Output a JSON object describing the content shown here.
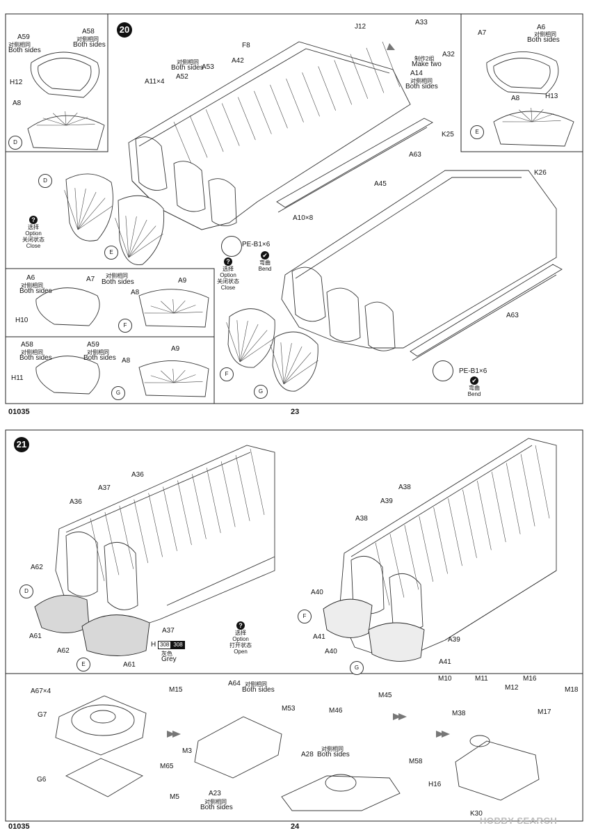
{
  "page23": {
    "step": "20",
    "code": "01035",
    "page_number": "23",
    "insets": {
      "D": {
        "callouts": [
          "A59",
          "A58",
          "H12",
          "A8"
        ],
        "both_sides_cn": "对侧相同",
        "both_sides": "Both sides",
        "tag": "D"
      },
      "E": {
        "callouts": [
          "A7",
          "A6",
          "H13",
          "A8"
        ],
        "both_sides_cn": "对侧相同",
        "both_sides": "Both sides",
        "tag": "E"
      },
      "F": {
        "callouts": [
          "A6",
          "A7",
          "H10",
          "A8",
          "A9"
        ],
        "both_sides_cn": "对侧相同",
        "both_sides": "Both sides",
        "tag": "F"
      },
      "G": {
        "callouts": [
          "A58",
          "A59",
          "H11",
          "A8",
          "A9"
        ],
        "both_sides_cn": "对侧相同",
        "both_sides": "Both sides",
        "tag": "G"
      }
    },
    "main": {
      "F8": "F8",
      "A42": "A42",
      "J12": "J12",
      "A33": "A33",
      "A32": "A32",
      "make_two_cn": "制作2组",
      "make_two": "Make two",
      "A14": "A14",
      "A11x4": "A11×4",
      "A52": "A52",
      "A53": "A53",
      "A63": "A63",
      "K25": "K25",
      "K26": "K26",
      "A45": "A45",
      "A10x8": "A10×8",
      "PE_B1x6": "PE-B1×6",
      "bend_cn": "弯曲",
      "bend": "Bend",
      "option_cn": "选择",
      "option": "Option",
      "close_cn": "关闭状态",
      "close": "Close",
      "D": "D",
      "E": "E",
      "F": "F",
      "G": "G"
    }
  },
  "page24": {
    "step": "21",
    "code": "01035",
    "page_number": "24",
    "upper": {
      "left_callouts": [
        "A36",
        "A37",
        "A36",
        "A62",
        "A61",
        "A62",
        "A37",
        "A61",
        "D",
        "E"
      ],
      "right_callouts": [
        "A38",
        "A39",
        "A38",
        "A40",
        "A41",
        "A40",
        "A39",
        "A41",
        "F",
        "G"
      ],
      "color_code_letter": "H",
      "color_code_a": "308",
      "color_code_b": "308",
      "color_cn": "灰色",
      "color": "Grey",
      "option_cn": "选择",
      "option": "Option",
      "open_cn": "打开状态",
      "open": "Open"
    },
    "lower": {
      "A67x4": "A67×4",
      "M15": "M15",
      "G7": "G7",
      "G6": "G6",
      "A64": "A64",
      "M53": "M53",
      "M3": "M3",
      "M65": "M65",
      "M5": "M5",
      "A23": "A23",
      "A28": "A28",
      "M46": "M46",
      "M45": "M45",
      "M58": "M58",
      "M10": "M10",
      "M11": "M11",
      "M12": "M12",
      "M16": "M16",
      "M18": "M18",
      "M38": "M38",
      "M17": "M17",
      "H16": "H16",
      "K30": "K30",
      "both_sides_cn": "对侧相同",
      "both_sides": "Both sides"
    }
  },
  "watermark": "HOBBY SEARCH"
}
